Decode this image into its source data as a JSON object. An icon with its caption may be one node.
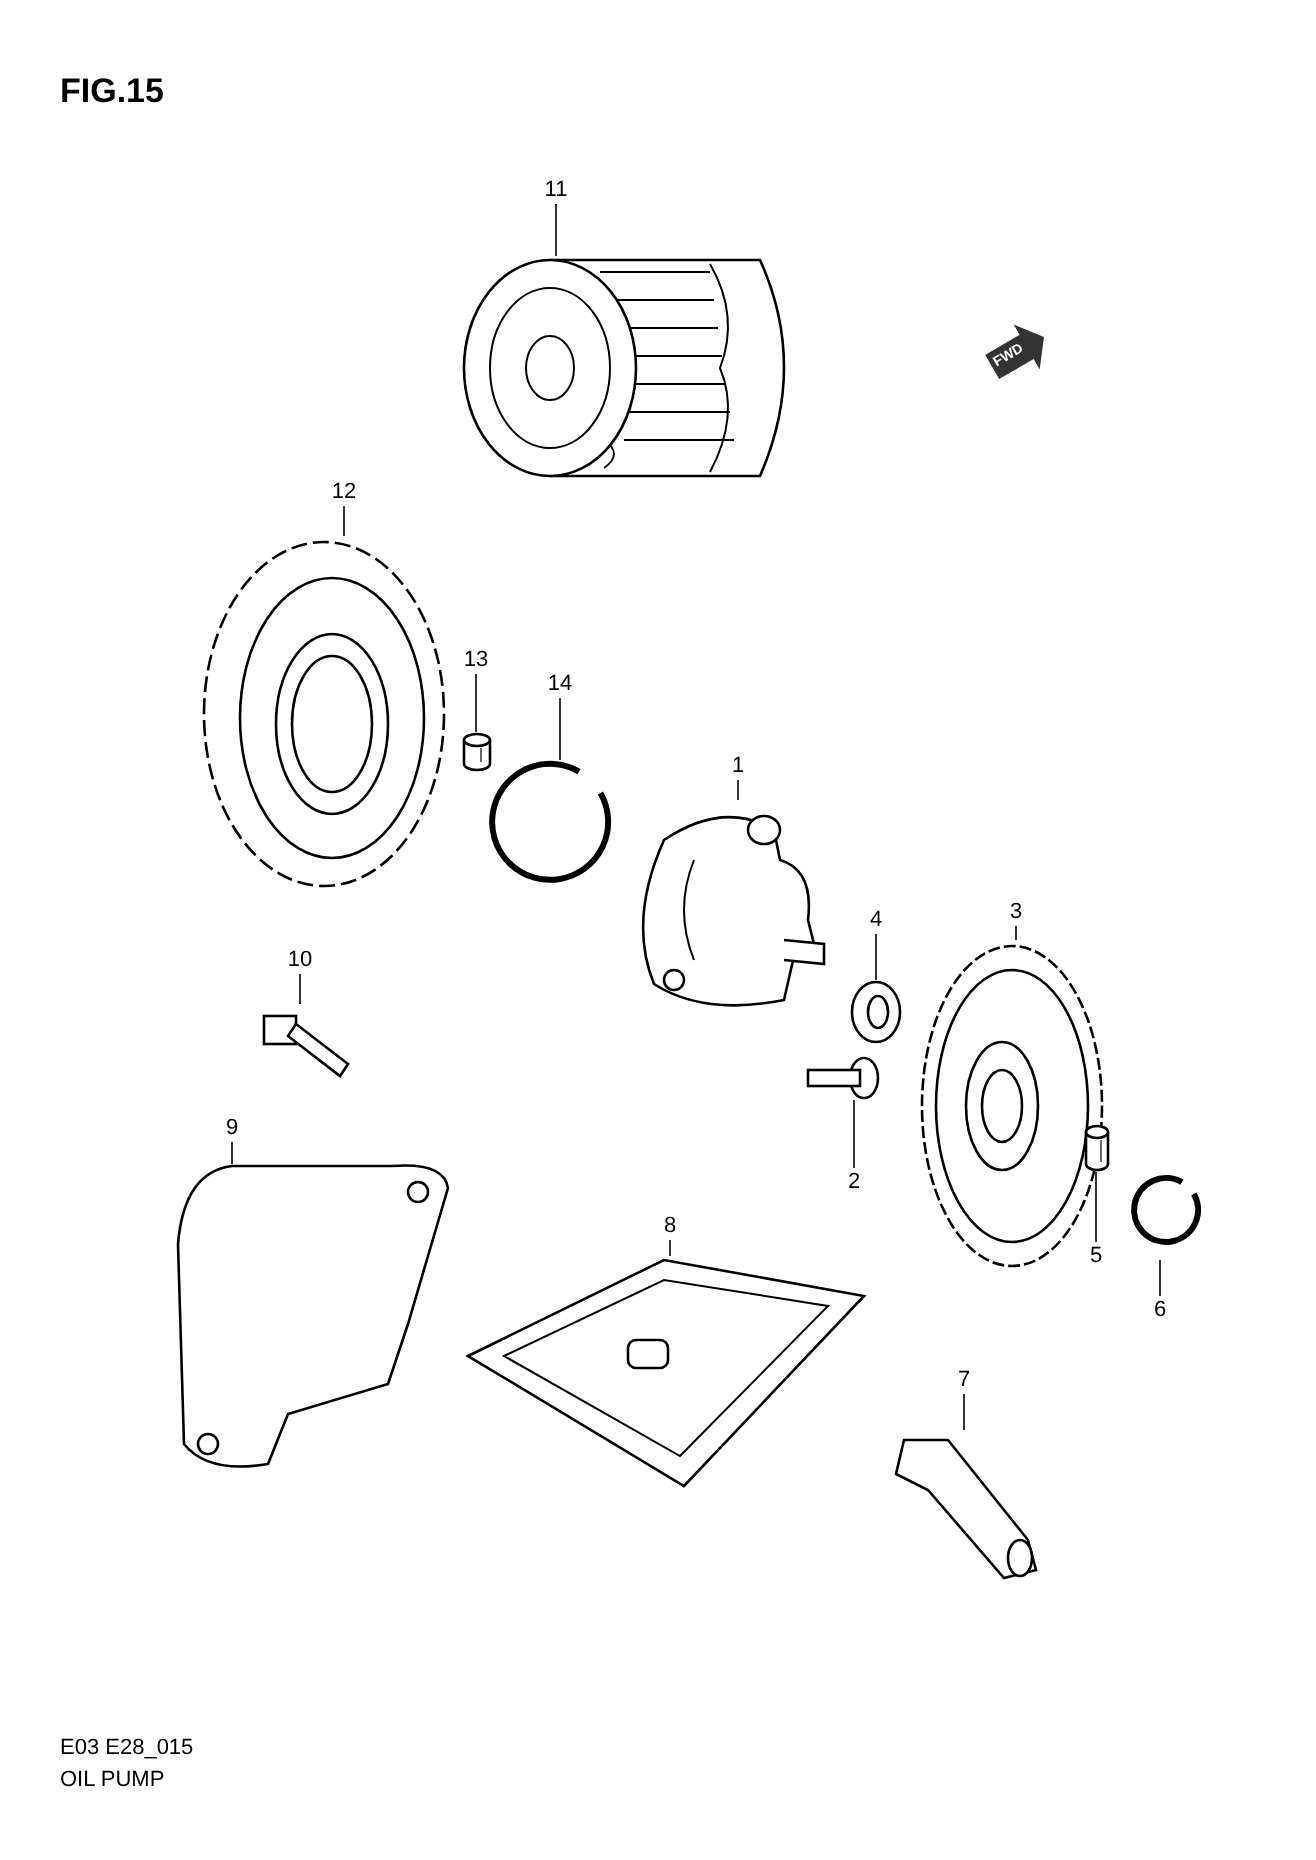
{
  "diagram": {
    "title": "FIG.15",
    "caption": "OIL PUMP",
    "nodes": [
      {
        "text": [
          "1"
        ]
      },
      {
        "text": [
          "2"
        ]
      },
      {
        "text": [
          "3"
        ]
      },
      {
        "text": [
          "4"
        ]
      },
      {
        "text": [
          "5"
        ]
      },
      {
        "text": [
          "6"
        ]
      },
      {
        "text": [
          "7"
        ]
      },
      {
        "text": [
          "8"
        ]
      },
      {
        "text": [
          "9"
        ]
      },
      {
        "text": [
          "10"
        ]
      },
      {
        "text": [
          "11"
        ]
      },
      {
        "text": [
          "12"
        ]
      },
      {
        "text": [
          "13"
        ]
      },
      {
        "text": [
          "14"
        ]
      },
      {
        "text": [],
        "shape": "picture"
      },
      {
        "text": [],
        "shape": "picture"
      },
      {
        "text": [],
        "shape": "picture"
      },
      {
        "text": [],
        "shape": "picture"
      },
      {
        "text": [],
        "shape": "picture"
      },
      {
        "text": [],
        "shape": "picture"
      },
      {
        "text": [],
        "shape": "picture"
      },
      {
        "text": [],
        "shape": "picture"
      },
      {
        "text": [],
        "shape": "picture"
      },
      {
        "text": [],
        "shape": "picture"
      },
      {
        "text": [],
        "shape": "picture"
      },
      {
        "text": [],
        "shape": "picture"
      },
      {
        "text": [],
        "shape": "picture"
      },
      {
        "text": [],
        "shape": "picture"
      }
    ],
    "edges": [
      {
        "from": 0,
        "to": 14,
        "arrow": "none"
      },
      {
        "from": 1,
        "to": 15,
        "arrow": "none"
      },
      {
        "from": 2,
        "to": 16,
        "arrow": "none"
      },
      {
        "from": 3,
        "to": 17,
        "arrow": "none"
      },
      {
        "from": 4,
        "to": 18,
        "arrow": "none"
      },
      {
        "from": 5,
        "to": 19,
        "arrow": "none"
      },
      {
        "from": 6,
        "to": 20,
        "arrow": "none"
      },
      {
        "from": 7,
        "to": 21,
        "arrow": "none"
      },
      {
        "from": 8,
        "to": 22,
        "arrow": "none"
      },
      {
        "from": 9,
        "to": 23,
        "arrow": "none"
      },
      {
        "from": 10,
        "to": 24,
        "arrow": "none"
      },
      {
        "from": 11,
        "to": 25,
        "arrow": "none"
      },
      {
        "from": 12,
        "to": 26,
        "arrow": "none"
      },
      {
        "from": 13,
        "to": 27,
        "arrow": "none"
      }
    ],
    "labels": [
      "FWD",
      "E03 E28_015"
    ]
  }
}
